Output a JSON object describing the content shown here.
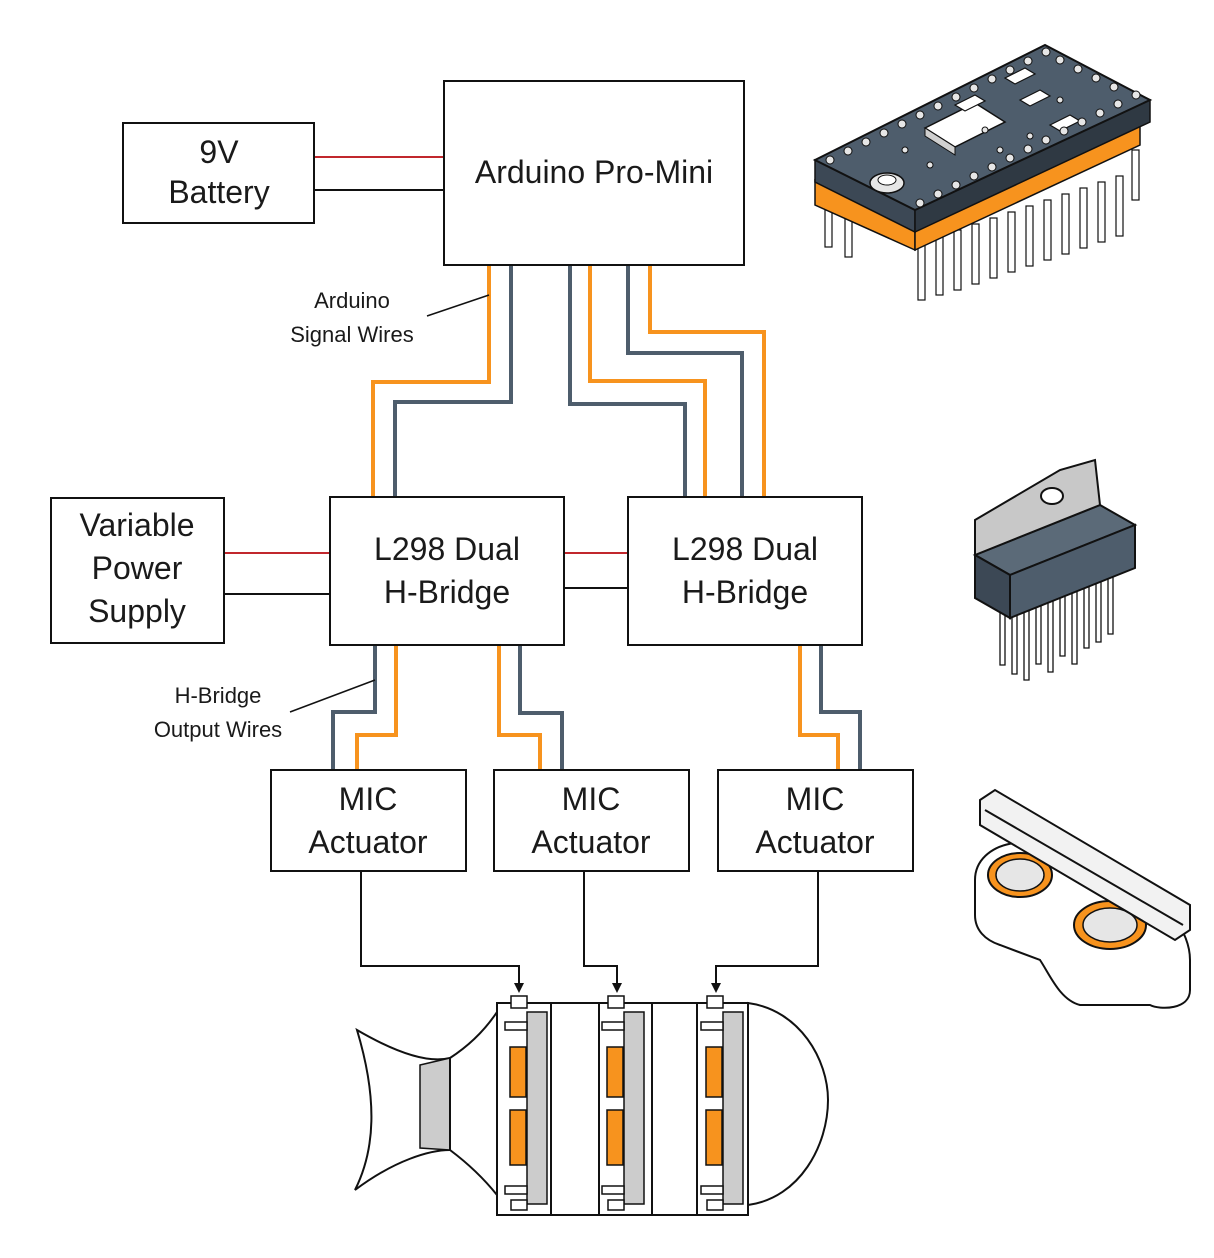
{
  "blocks": {
    "battery": [
      "9V",
      "Battery"
    ],
    "arduino": "Arduino Pro-Mini",
    "power_supply": [
      "Variable",
      "Power",
      "Supply"
    ],
    "hbridge_left": [
      "L298 Dual",
      "H-Bridge"
    ],
    "hbridge_right": [
      "L298 Dual",
      "H-Bridge"
    ],
    "actuator_1": [
      "MIC",
      "Actuator"
    ],
    "actuator_2": [
      "MIC",
      "Actuator"
    ],
    "actuator_3": [
      "MIC",
      "Actuator"
    ]
  },
  "annotations": {
    "signal_wires": [
      "Arduino",
      "Signal Wires"
    ],
    "output_wires": [
      "H-Bridge",
      "Output Wires"
    ]
  },
  "colors": {
    "signal_wire_a": "#f7931e",
    "signal_wire_b": "#4e5d6c",
    "power_positive": "#c1272d",
    "power_ground": "#111111",
    "board_body": "#4e5d6c",
    "accent": "#f7931e"
  },
  "illustrations": {
    "arduino_board": "arduino-pro-mini-board",
    "l298_chip": "l298-chip",
    "mic_actuator": "mic-actuator-part",
    "robot_fish": "robotic-fish-body"
  }
}
